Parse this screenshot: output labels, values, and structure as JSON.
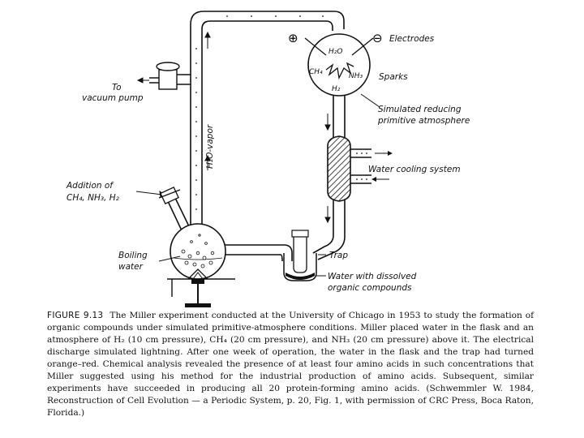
{
  "labels": {
    "electrodes": "Electrodes",
    "h2o": "H₂O",
    "ch4": "CH₄",
    "nh3": "NH₃",
    "h2": "H₂",
    "sparks": "Sparks",
    "plus": "⊕",
    "minus": "⊖",
    "reducing_1": "Simulated reducing",
    "reducing_2": "primitive atmosphere",
    "vacuum_1": "To",
    "vacuum_2": "vacuum pump",
    "vapor": "H₂O-vapor",
    "cooling": "Water cooling system",
    "addition_1": "Addition of",
    "addition_2": "CH₄, NH₃, H₂",
    "boiling_1": "Boiling",
    "boiling_2": "water",
    "trap": "Trap",
    "water_1": "Water with dissolved",
    "water_2": "organic compounds"
  },
  "caption": {
    "figure_label": "FIGURE 9.13",
    "text": "The Miller experiment conducted at the University of Chicago in 1953 to study the formation of organic compounds under simulated primitive-atmosphere conditions. Miller placed water in the flask and an atmosphere of H₂ (10 cm pressure), CH₄ (20 cm pressure), and NH₃ (20 cm pressure) above it. The electrical discharge simulated lightning. After one week of operation, the water in the flask and the trap had turned orange–red. Chemical analysis revealed the presence of at least four amino acids in such concentrations that Miller suggested using his method for the industrial production of amino acids. Subsequent, similar experiments have succeeded in producing all 20 protein-forming amino acids. (Schwemmler W. 1984, Reconstruction of Cell Evolution — a Periodic System, p. 20, Fig. 1, with permission of CRC Press, Boca Raton, Florida.)"
  }
}
